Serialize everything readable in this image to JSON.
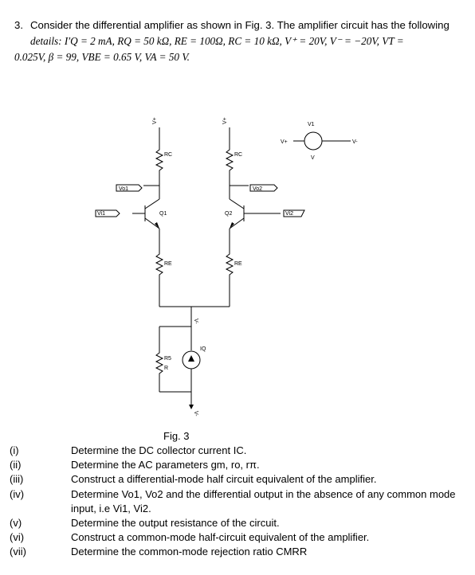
{
  "problem": {
    "number": "3.",
    "line1": "Consider the differential amplifier as shown in Fig. 3. The amplifier circuit has the following",
    "line2": "details: I′Q = 2 mA, RQ = 50 kΩ, RE = 100Ω, RC = 10 kΩ, V⁺ = 20V, V⁻ = −20V, VT =",
    "line3": "0.025V, β = 99, VBE = 0.65 V, VA = 50 V."
  },
  "circuit": {
    "labels": {
      "vplus_left": "V+",
      "vplus_right": "V+",
      "rc_left": "RC",
      "rc_right": "RC",
      "vo1": "Vo1",
      "vo2": "Vo2",
      "q1": "Q1",
      "q2": "Q2",
      "vi1": "Vi1",
      "vi2": "Vi2",
      "re_left": "RE",
      "re_right": "RE",
      "v1": "V1",
      "v1_vplus": "V+",
      "v1_vminus": "V-",
      "v1_value": "V",
      "iq": "IQ",
      "r5": "R5",
      "r5_value": "R",
      "vminus_bottom": "V-",
      "vminus_mid": "V-"
    }
  },
  "caption": "Fig. 3",
  "questions": [
    {
      "num": "(i)",
      "text": "Determine the DC collector current IC."
    },
    {
      "num": "(ii)",
      "text": "Determine the AC parameters gm, ro, rπ."
    },
    {
      "num": "(iii)",
      "text": "Construct a differential-mode half circuit equivalent of the amplifier."
    },
    {
      "num": "(iv)",
      "text": "Determine Vo1, Vo2 and the differential output in the absence of any common mode input, i.e Vi1, Vi2."
    },
    {
      "num": "(v)",
      "text": "Determine the output resistance of the circuit."
    },
    {
      "num": "(vi)",
      "text": "Construct a common-mode half-circuit equivalent of the amplifier."
    },
    {
      "num": "(vii)",
      "text": "Determine the common-mode rejection ratio CMRR"
    }
  ]
}
